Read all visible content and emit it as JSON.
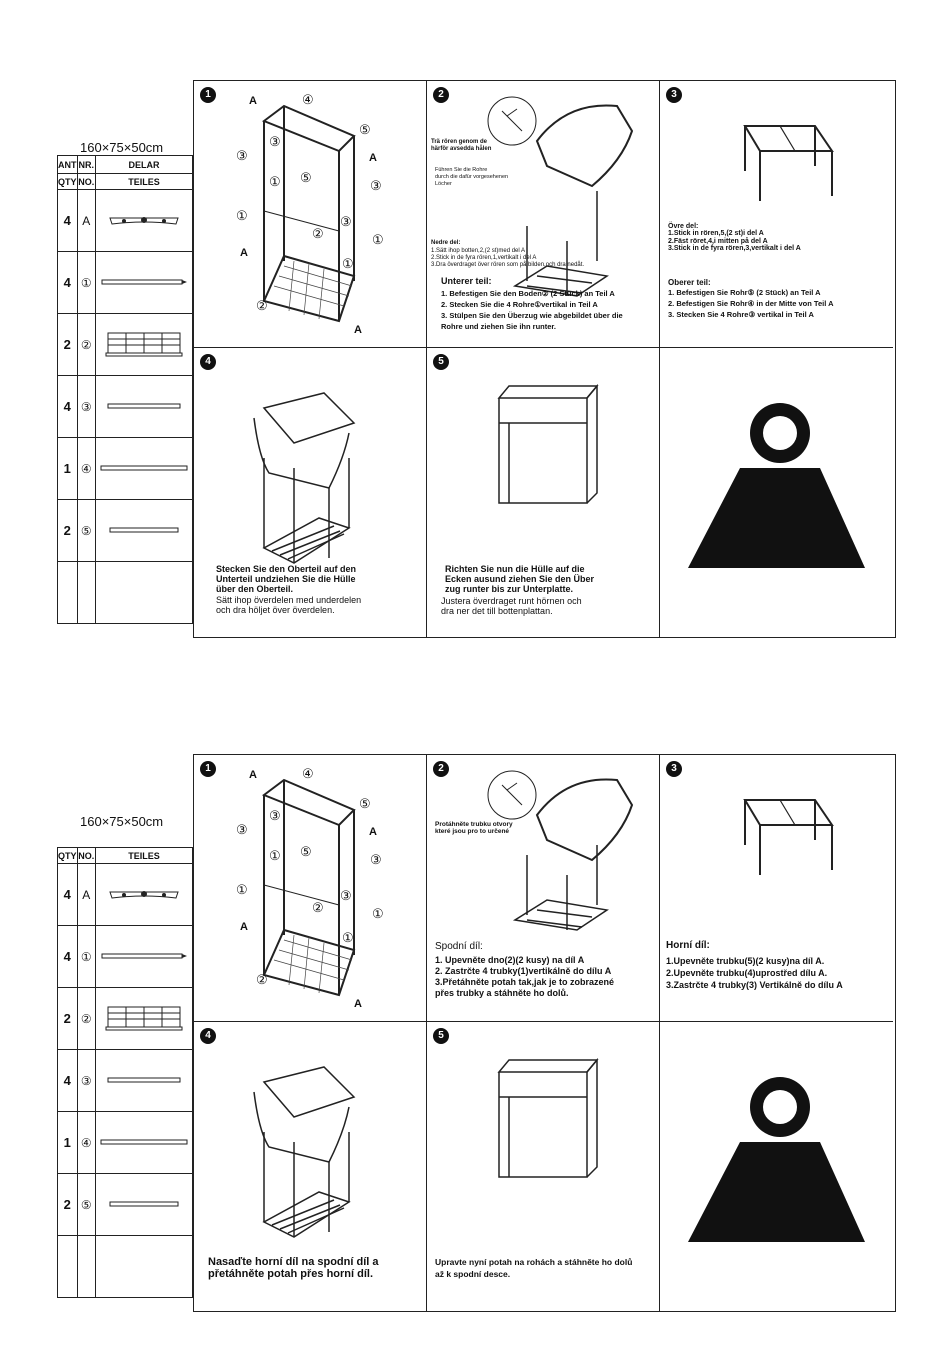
{
  "dimensions": "160×75×50cm",
  "parts_headers_top": {
    "row1": [
      "ANT",
      "NR.",
      "DELAR"
    ],
    "row2": [
      "QTY",
      "NO.",
      "TEILES"
    ]
  },
  "parts_headers_bottom": {
    "row1": [
      "QTY",
      "NO.",
      "TEILES"
    ]
  },
  "parts": [
    {
      "qty": "4",
      "no": "A",
      "icon": "connector-icon"
    },
    {
      "qty": "4",
      "no": "①",
      "icon": "long-pole-icon"
    },
    {
      "qty": "2",
      "no": "②",
      "icon": "shelf-grid-icon"
    },
    {
      "qty": "4",
      "no": "③",
      "icon": "pole-icon"
    },
    {
      "qty": "1",
      "no": "④",
      "icon": "bar-icon"
    },
    {
      "qty": "2",
      "no": "⑤",
      "icon": "short-bar-icon"
    }
  ],
  "steps": [
    "1",
    "2",
    "3",
    "4",
    "5"
  ],
  "callouts": {
    "a": "A",
    "n1": "①",
    "n2": "②",
    "n3": "③",
    "n4": "④",
    "n5": "⑤"
  },
  "top_sheet": {
    "step2": {
      "note_sv": "Trä rören genom de\nhärför avsedda hålen",
      "note_de": "Führen Sie die Rohre\ndurch die dafür vorgesehenen\nLöcher",
      "heading_sv": "Nedre del:",
      "lines_sv": "1.Sätt ihop botten,2,(2 st)med del A\n2.Stick in de fyra rören,1,vertikalt i del A\n3.Dra överdraget över rören som på bilden,och dra nedåt.",
      "heading_de": "Unterer teil:",
      "lines_de": "1. Befestigen Sie den Boden② (2 Stück) an Teil A\n2. Stecken Sie die 4 Rohre①vertikal in Teil A\n3. Stülpen Sie den Überzug wie abgebildet über die\nRohre und ziehen Sie ihn runter."
    },
    "step3": {
      "heading_sv": "Övre del:",
      "lines_sv": "1.Stick in rören,5,(2 st)i del A\n2.Fäst röret,4,i mitten på del A\n3.Stick in de fyra rören,3,vertikalt i del A",
      "heading_de": "Oberer teil:",
      "lines_de": "1. Befestigen Sie Rohr⑤ (2 Stück) an Teil A\n2. Befestigen Sie Rohr④ in der Mitte von Teil A\n3. Stecken Sie 4 Rohre③ vertikal in Teil A"
    },
    "step4": {
      "text_de": "Stecken Sie den Oberteil auf den\nUnterteil undziehen Sie die Hülle\nüber den Oberteil.",
      "text_sv": "Sätt ihop överdelen med underdelen\noch dra höljet över överdelen."
    },
    "step5": {
      "text_de": "Richten Sie nun die Hülle auf die\nEcken ausund ziehen Sie den Über\nzug runter bis zur Unterplatte.",
      "text_sv": "Justera överdraget runt hörnen och\ndra ner det till bottenplattan."
    }
  },
  "bottom_sheet": {
    "step2": {
      "note_cs": "Protáhněte trubku otvory\nkteré jsou pro to určené",
      "heading": "Spodní díl:",
      "lines": "1. Upevněte dno(2)(2 kusy) na díl A\n2. Zastrčte 4 trubky(1)vertikálně do dílu A\n3.Přetáhněte potah tak,jak je to zobrazené\npřes trubky a stáhněte ho dolů."
    },
    "step3": {
      "heading": "Horní díl:",
      "lines": "1.Upevněte trubku(5)(2 kusy)na díl A.\n2.Upevněte trubku(4)uprostřed dílu A.\n3.Zastrčte 4 trubky(3) Vertikálně do dílu A"
    },
    "step4": {
      "text": "Nasaďte horní díl na spodní díl a\npřetáhněte  potah přes horní díl."
    },
    "step5": {
      "text": "Upravte nyní potah na rohách a stáhněte ho dolů\naž k spodní desce."
    }
  }
}
